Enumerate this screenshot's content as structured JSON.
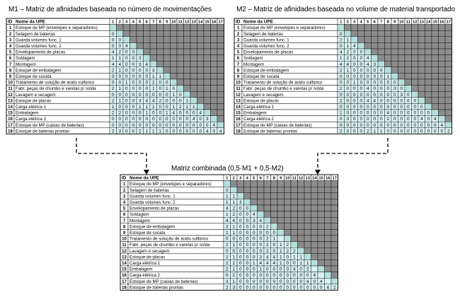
{
  "m1": {
    "title": "M1 – Matriz de afinidades baseada no número de movimentações",
    "rows": [
      [],
      [
        0
      ],
      [
        0,
        0
      ],
      [
        0,
        0,
        4
      ],
      [
        4,
        2,
        0,
        0
      ],
      [
        1,
        1,
        0,
        0,
        3
      ],
      [
        4,
        4,
        0,
        0,
        3,
        4
      ],
      [
        2,
        1,
        0,
        0,
        0,
        0,
        3
      ],
      [
        0,
        0,
        0,
        0,
        0,
        0,
        1,
        1
      ],
      [
        0,
        0,
        1,
        0,
        0,
        0,
        2,
        0,
        0
      ],
      [
        2,
        1,
        0,
        0,
        0,
        0,
        1,
        0,
        1,
        0
      ],
      [
        0,
        0,
        0,
        0,
        0,
        0,
        0,
        0,
        0,
        1,
        0
      ],
      [
        2,
        1,
        0,
        0,
        3,
        4,
        4,
        2,
        0,
        0,
        0,
        1
      ],
      [
        1,
        0,
        0,
        0,
        1,
        1,
        1,
        0,
        0,
        1,
        2,
        1,
        1
      ],
      [
        2,
        2,
        0,
        0,
        0,
        1,
        0,
        0,
        1,
        4,
        0,
        0,
        0,
        4
      ],
      [
        0,
        0,
        0,
        0,
        0,
        0,
        0,
        0,
        0,
        0,
        0,
        0,
        4,
        0,
        3
      ],
      [
        0,
        0,
        0,
        0,
        0,
        0,
        0,
        0,
        0,
        0,
        0,
        0,
        0,
        0,
        0,
        4
      ],
      [
        2,
        3,
        0,
        0,
        2,
        1,
        1,
        1,
        0,
        0,
        0,
        0,
        0,
        0,
        4,
        0,
        4
      ]
    ]
  },
  "m2": {
    "title": "M2 – Matriz de afinidades baseada no volume de material transportado",
    "rows": [
      [],
      [
        0
      ],
      [
        2,
        1
      ],
      [
        0,
        1,
        4
      ],
      [
        4,
        2,
        0,
        0
      ],
      [
        1,
        2,
        0,
        0,
        4
      ],
      [
        4,
        4,
        0,
        0,
        4,
        3
      ],
      [
        2,
        1,
        0,
        0,
        0,
        0,
        0
      ],
      [
        0,
        0,
        0,
        0,
        0,
        0,
        0,
        1
      ],
      [
        0,
        0,
        1,
        0,
        0,
        0,
        0,
        0,
        0
      ],
      [
        2,
        0,
        0,
        0,
        4,
        0,
        0,
        0,
        3,
        0
      ],
      [
        0,
        0,
        0,
        0,
        0,
        0,
        0,
        0,
        0,
        3,
        0
      ],
      [
        2,
        0,
        0,
        0,
        4,
        4,
        0,
        0,
        0,
        0,
        0,
        0
      ],
      [
        0,
        0,
        0,
        0,
        0,
        0,
        0,
        0,
        0,
        0,
        0,
        0,
        0
      ],
      [
        1,
        0,
        0,
        0,
        0,
        0,
        0,
        4,
        0,
        0,
        0,
        0,
        0,
        0
      ],
      [
        0,
        3,
        0,
        0,
        0,
        0,
        0,
        2,
        0,
        0,
        0,
        0,
        4,
        0,
        4
      ],
      [
        0,
        0,
        0,
        0,
        0,
        0,
        0,
        0,
        0,
        0,
        0,
        0,
        0,
        0,
        0,
        4
      ],
      [
        2,
        3,
        0,
        0,
        2,
        1,
        1,
        0,
        0,
        0,
        0,
        0,
        0,
        0,
        0,
        0,
        2
      ]
    ]
  },
  "mc": {
    "title": "Matriz combinada (0,5·M1 + 0,5·M2)",
    "rows": [
      [],
      [
        0
      ],
      [
        1,
        1
      ],
      [
        1,
        1,
        3
      ],
      [
        4,
        2,
        0,
        0
      ],
      [
        1,
        2,
        0,
        0,
        4
      ],
      [
        4,
        4,
        0,
        0,
        3,
        4
      ],
      [
        2,
        1,
        0,
        0,
        0,
        0,
        2
      ],
      [
        1,
        1,
        0,
        0,
        0,
        0,
        0,
        0
      ],
      [
        0,
        0,
        0,
        0,
        0,
        0,
        2,
        1
      ],
      [
        2,
        1,
        0,
        0,
        0,
        0,
        2,
        0,
        1,
        2
      ],
      [
        0,
        0,
        0,
        0,
        0,
        0,
        2,
        0,
        1,
        2,
        2
      ],
      [
        2,
        1,
        0,
        0,
        0,
        3,
        4,
        4,
        1,
        0,
        1,
        1
      ],
      [
        2,
        1,
        0,
        0,
        1,
        4,
        4,
        4,
        1,
        0,
        0,
        1,
        1
      ],
      [
        2,
        1,
        0,
        0,
        0,
        1,
        0,
        0,
        0,
        0,
        4,
        0,
        2
      ],
      [
        0,
        2,
        0,
        0,
        0,
        0,
        0,
        0,
        0,
        0,
        0,
        0,
        0,
        4
      ],
      [
        3,
        1,
        0,
        0,
        0,
        0,
        0,
        0,
        0,
        0,
        0,
        0,
        4,
        0,
        4
      ],
      [
        2,
        3,
        0,
        0,
        0,
        0,
        0,
        0,
        0,
        0,
        0,
        0,
        0,
        0,
        0,
        4,
        2
      ]
    ]
  },
  "header_id": "ID",
  "header_name": "Nome da UPE",
  "names": [
    "Estoque de MP (envelopes e separadores)",
    "Selagem de baterias",
    "Guarda volumes func. 1",
    "Guarda volumes func. 2",
    "Envelopamento de placas",
    "Soldagem",
    "Montagem",
    "Estoque de embalagem",
    "Estoque de sucata",
    "Tratamento de solução de ácido sulfúrico",
    "Fabr. peças de chumbo e varetas p/ solda",
    "Lavagem e secagem",
    "Estoque de placas",
    "Carga elétrica 1",
    "Embalagem",
    "Carga elétrica 2",
    "Estoque de MP (caixas de baterias)",
    "Estoque de baterias prontas"
  ],
  "colors": {
    "filled": "#d9f2f1",
    "diagonal": "#b5e1de",
    "upper": "#8c8c8c",
    "border": "#000000"
  }
}
